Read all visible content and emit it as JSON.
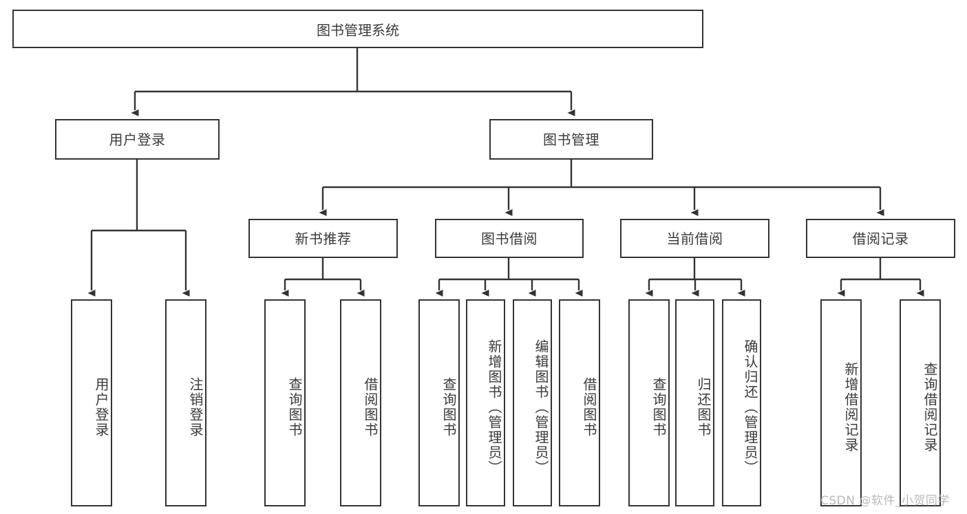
{
  "diagram": {
    "title": "图书管理系统",
    "watermark": "CSDN @软件_小贺同学",
    "colors": {
      "stroke": "#333333",
      "text": "#3a3a3a",
      "background": "#ffffff",
      "watermark": "#b9b9b9"
    },
    "root": {
      "label": "图书管理系统"
    },
    "level2": [
      {
        "label": "用户登录"
      },
      {
        "label": "图书管理"
      }
    ],
    "level3": [
      {
        "label": "新书推荐"
      },
      {
        "label": "图书借阅"
      },
      {
        "label": "当前借阅"
      },
      {
        "label": "借阅记录"
      }
    ],
    "leaves": [
      {
        "label": "用户登录",
        "parent": "用户登录"
      },
      {
        "label": "注销登录",
        "parent": "用户登录"
      },
      {
        "label": "查询图书",
        "parent": "新书推荐"
      },
      {
        "label": "借阅图书",
        "parent": "新书推荐"
      },
      {
        "label": "查询图书",
        "parent": "图书借阅"
      },
      {
        "label": "新增图书（管理员）",
        "parent": "图书借阅"
      },
      {
        "label": "编辑图书（管理员）",
        "parent": "图书借阅"
      },
      {
        "label": "借阅图书",
        "parent": "图书借阅"
      },
      {
        "label": "查询图书",
        "parent": "当前借阅"
      },
      {
        "label": "归还图书",
        "parent": "当前借阅"
      },
      {
        "label": "确认归还（管理员）",
        "parent": "当前借阅"
      },
      {
        "label": "新增借阅记录",
        "parent": "借阅记录"
      },
      {
        "label": "查询借阅记录",
        "parent": "借阅记录"
      }
    ]
  }
}
